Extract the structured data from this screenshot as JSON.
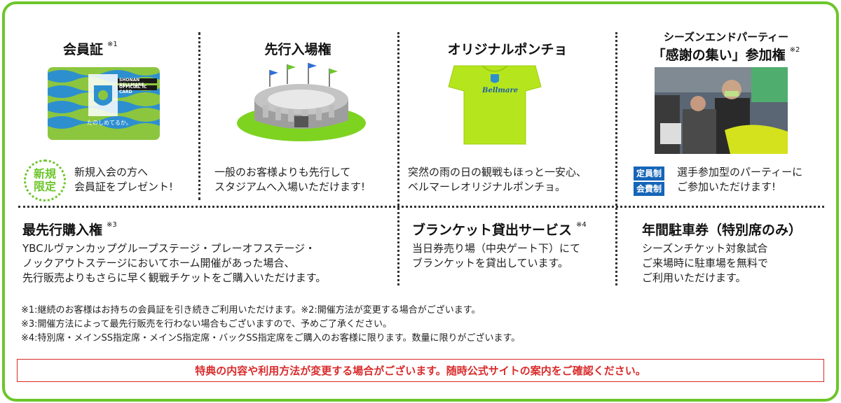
{
  "benefits": {
    "member_card": {
      "title": "会員証",
      "note_mark": "※1",
      "card": {
        "line1": "SHONAN BELLMARE",
        "line2": "OFFICIAL IC CARD",
        "footer": "たのしめてるか。"
      },
      "badge": {
        "line1": "新規",
        "line2": "限定"
      },
      "desc": [
        "新規入会の方へ",
        "会員証をプレゼント!"
      ]
    },
    "early_entry": {
      "title": "先行入場権",
      "desc": [
        "一般のお客様よりも先行して",
        "スタジアムへ入場いただけます!"
      ]
    },
    "poncho": {
      "title": "オリジナルポンチョ",
      "logo": "Bellmare",
      "desc": [
        "突然の雨の日の観戦もほっと一安心、",
        "ベルマーレオリジナルポンチョ。"
      ]
    },
    "party": {
      "title_line1": "シーズンエンドパーティー",
      "title_line2": "「感謝の集い」参加権",
      "note_mark": "※2",
      "badges": [
        "定員制",
        "会費制"
      ],
      "desc": [
        "選手参加型のパーティーに",
        "ご参加いただけます!"
      ]
    },
    "presale": {
      "title": "最先行購入権",
      "note_mark": "※3",
      "desc": [
        "YBCルヴァンカップグループステージ・プレーオフステージ・",
        "ノックアウトステージにおいてホーム開催があった場合、",
        "先行販売よりもさらに早く観戦チケットをご購入いただけます。"
      ]
    },
    "blanket": {
      "title": "ブランケット貸出サービス",
      "note_mark": "※4",
      "desc": [
        "当日券売り場（中央ゲート下）にて",
        "ブランケットを貸出しています。"
      ]
    },
    "parking": {
      "title": "年間駐車券（特別席のみ）",
      "desc": [
        "シーズンチケット対象試合",
        "ご来場時に駐車場を無料で",
        "ご利用いただけます。"
      ]
    }
  },
  "footnotes": [
    "※1:継続のお客様はお持ちの会員証を引き続きご利用いただけます。※2:開催方法が変更する場合がございます。",
    "※3:開催方法によって最先行販売を行わない場合もございますので、予めご了承ください。",
    "※4:特別席・メインSS指定席・メインS指定席・バックSS指定席をご購入のお客様に限ります。数量に限りがございます。"
  ],
  "notice": "特典の内容や利用方法が変更する場合がございます。随時公式サイトの案内をご確認ください。",
  "colors": {
    "frame_green": "#6cc62a",
    "badge_blue": "#1565b8",
    "notice_red": "#d92b2b",
    "card_green": "#8cc63f",
    "poncho_green": "#b5e61d"
  }
}
